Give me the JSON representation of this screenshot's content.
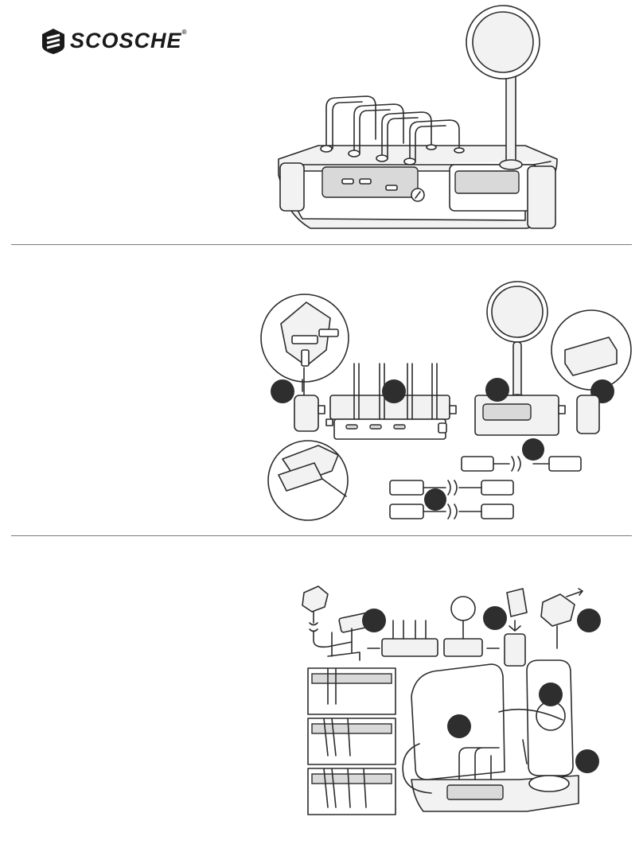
{
  "brand": {
    "name": "SCOSCHE",
    "mark": "®",
    "logo_icon": "scosche-shield-icon"
  },
  "sections": [
    {
      "id": "hero",
      "content": "charging-station-illustration"
    },
    {
      "id": "components",
      "content": "parts-illustration",
      "callouts": 6
    },
    {
      "id": "assembly",
      "content": "assembly-steps-illustration",
      "callouts": 6
    }
  ],
  "colors": {
    "line": "#2b2b2b",
    "fill": "#f2f2f2",
    "callout": "#2e2e2e",
    "divider": "#7a7a7a"
  }
}
